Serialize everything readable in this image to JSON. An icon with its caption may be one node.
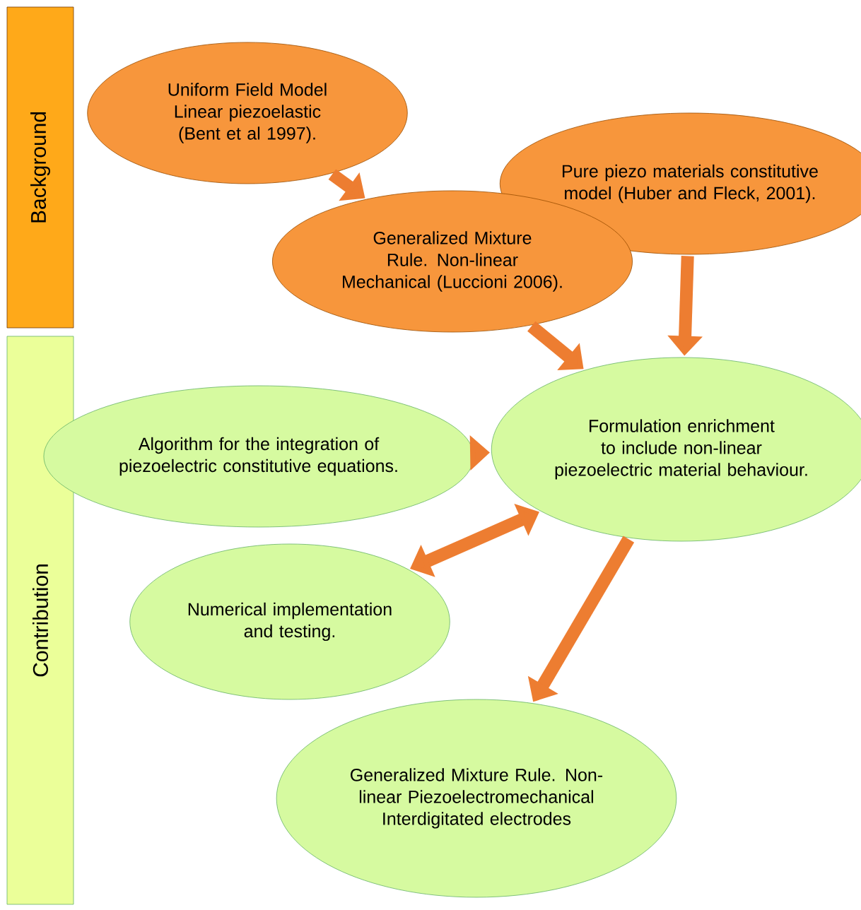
{
  "diagram": {
    "nodes": [
      {
        "text": [
          "Background"
        ]
      },
      {
        "text": [
          "Contribution"
        ]
      },
      {
        "text": [
          "Uniform Field Model Linear piezoelastic (Bent et al 1997)."
        ]
      },
      {
        "text": [
          "Pure piezo materials constitutive model (Huber and Fleck, 2001)."
        ]
      },
      {
        "text": [
          "Generalized Mixture Rule. Non-linear Mechanical (Luccioni 2006)."
        ]
      },
      {
        "text": [
          "Formulation enrichment to include non-linear piezoelectric material behaviour."
        ]
      },
      {
        "text": [
          "Algorithm for the integration of piezoelectric constitutive equations."
        ]
      },
      {
        "text": [
          "Numerical implementation and testing."
        ]
      },
      {
        "text": [
          "Generalized Mixture Rule. Non-linear Piezoelectromechanical Interdigitated electrodes"
        ]
      }
    ],
    "edges": [
      {
        "from": 2,
        "to": 4,
        "arrow": "to"
      },
      {
        "from": 4,
        "to": 5,
        "arrow": "to"
      },
      {
        "from": 3,
        "to": 5,
        "arrow": "to"
      },
      {
        "from": 6,
        "to": 5,
        "arrow": "to"
      },
      {
        "from": 5,
        "to": 7,
        "arrow": "both"
      },
      {
        "from": 5,
        "to": 8,
        "arrow": "to"
      }
    ]
  }
}
